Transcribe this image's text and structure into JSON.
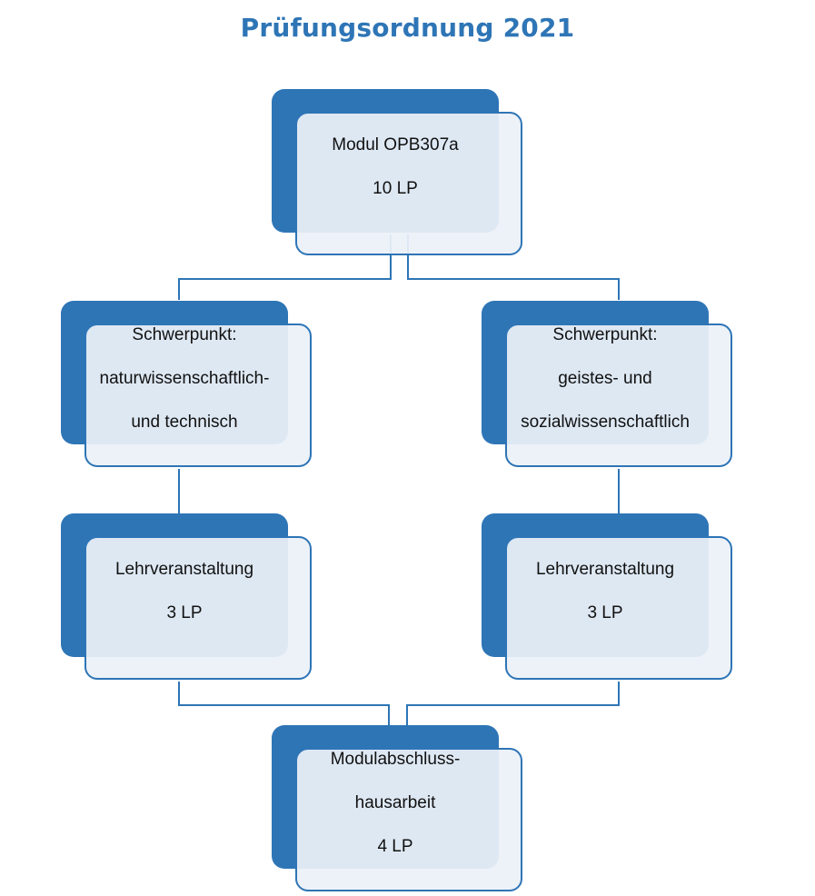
{
  "title": "Prüfungsordnung 2021",
  "colors": {
    "accent": "#2e75b6",
    "box_fill": "#ecf1f8",
    "title": "#2e75b6"
  },
  "nodes": {
    "module": {
      "lines": [
        "Modul OPB307a",
        "10 LP"
      ]
    },
    "focus_left": {
      "lines": [
        "Schwerpunkt:",
        "naturwissenschaftlich-",
        "und technisch"
      ]
    },
    "focus_right": {
      "lines": [
        "Schwerpunkt:",
        "geistes- und",
        "sozialwissenschaftlich"
      ]
    },
    "course_left": {
      "lines": [
        "Lehrveranstaltung",
        "3 LP"
      ]
    },
    "course_right": {
      "lines": [
        "Lehrveranstaltung",
        "3 LP"
      ]
    },
    "final": {
      "lines": [
        "Modulabschluss-",
        "hausarbeit",
        "4 LP"
      ]
    }
  }
}
